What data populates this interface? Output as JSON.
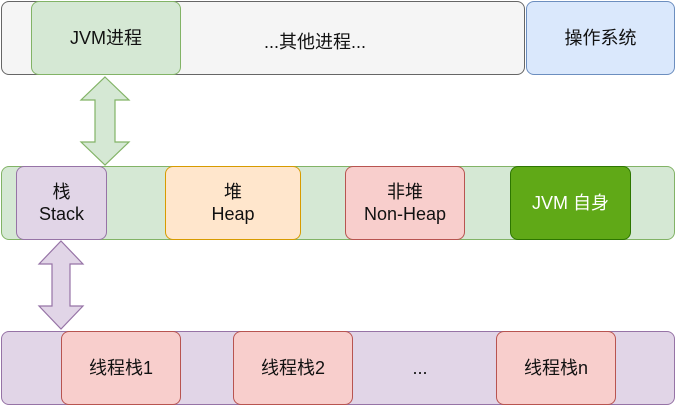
{
  "top_row": {
    "jvm_process": "JVM进程",
    "other_processes": "...其他进程...",
    "os": "操作系统"
  },
  "memory_row": {
    "stack": [
      "栈",
      "Stack"
    ],
    "heap": [
      "堆",
      "Heap"
    ],
    "non_heap": [
      "非堆",
      "Non-Heap"
    ],
    "jvm_self": "JVM 自身"
  },
  "thread_row": {
    "thread_stack_1": "线程栈1",
    "thread_stack_2": "线程栈2",
    "ellipsis": "...",
    "thread_stack_n": "线程栈n"
  }
}
